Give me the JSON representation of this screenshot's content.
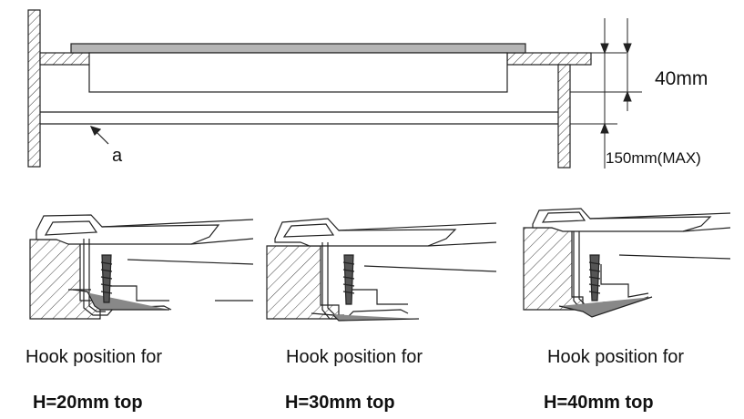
{
  "top_diagram": {
    "dim_upper": "40mm",
    "dim_lower": "150mm(MAX)",
    "marker": "a"
  },
  "details": [
    {
      "caption": "Hook position for",
      "subcaption": "H=20mm top"
    },
    {
      "caption": "Hook position for",
      "subcaption": "H=30mm top"
    },
    {
      "caption": "Hook position for",
      "subcaption": "H=40mm top"
    }
  ]
}
